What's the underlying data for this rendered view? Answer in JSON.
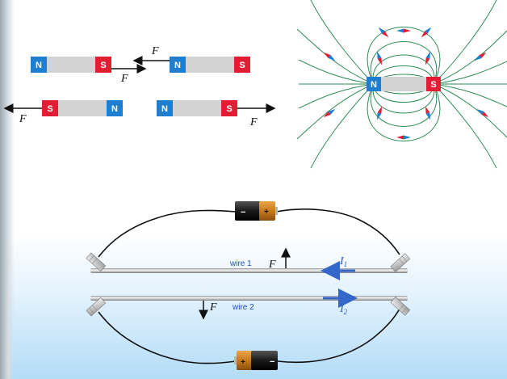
{
  "magnets": {
    "north": "N",
    "south": "S"
  },
  "force": {
    "symbol": "F"
  },
  "wires": {
    "wire1": "wire 1",
    "wire2": "wire 2"
  },
  "currents": {
    "i1_base": "I",
    "i1_sub": "1",
    "i2_base": "I",
    "i2_sub": "2"
  },
  "battery": {
    "plus": "+",
    "minus": "−"
  },
  "colors": {
    "north_pole": "#1e7fd0",
    "south_pole": "#e31d33",
    "magnet_body": "#d3d3d3",
    "field_line": "#2e8b57",
    "current_arrow": "#3566c9"
  },
  "icons": {
    "compass_needle": "compass-needle-icon",
    "battery": "battery-icon",
    "clip": "alligator-clip-icon"
  }
}
